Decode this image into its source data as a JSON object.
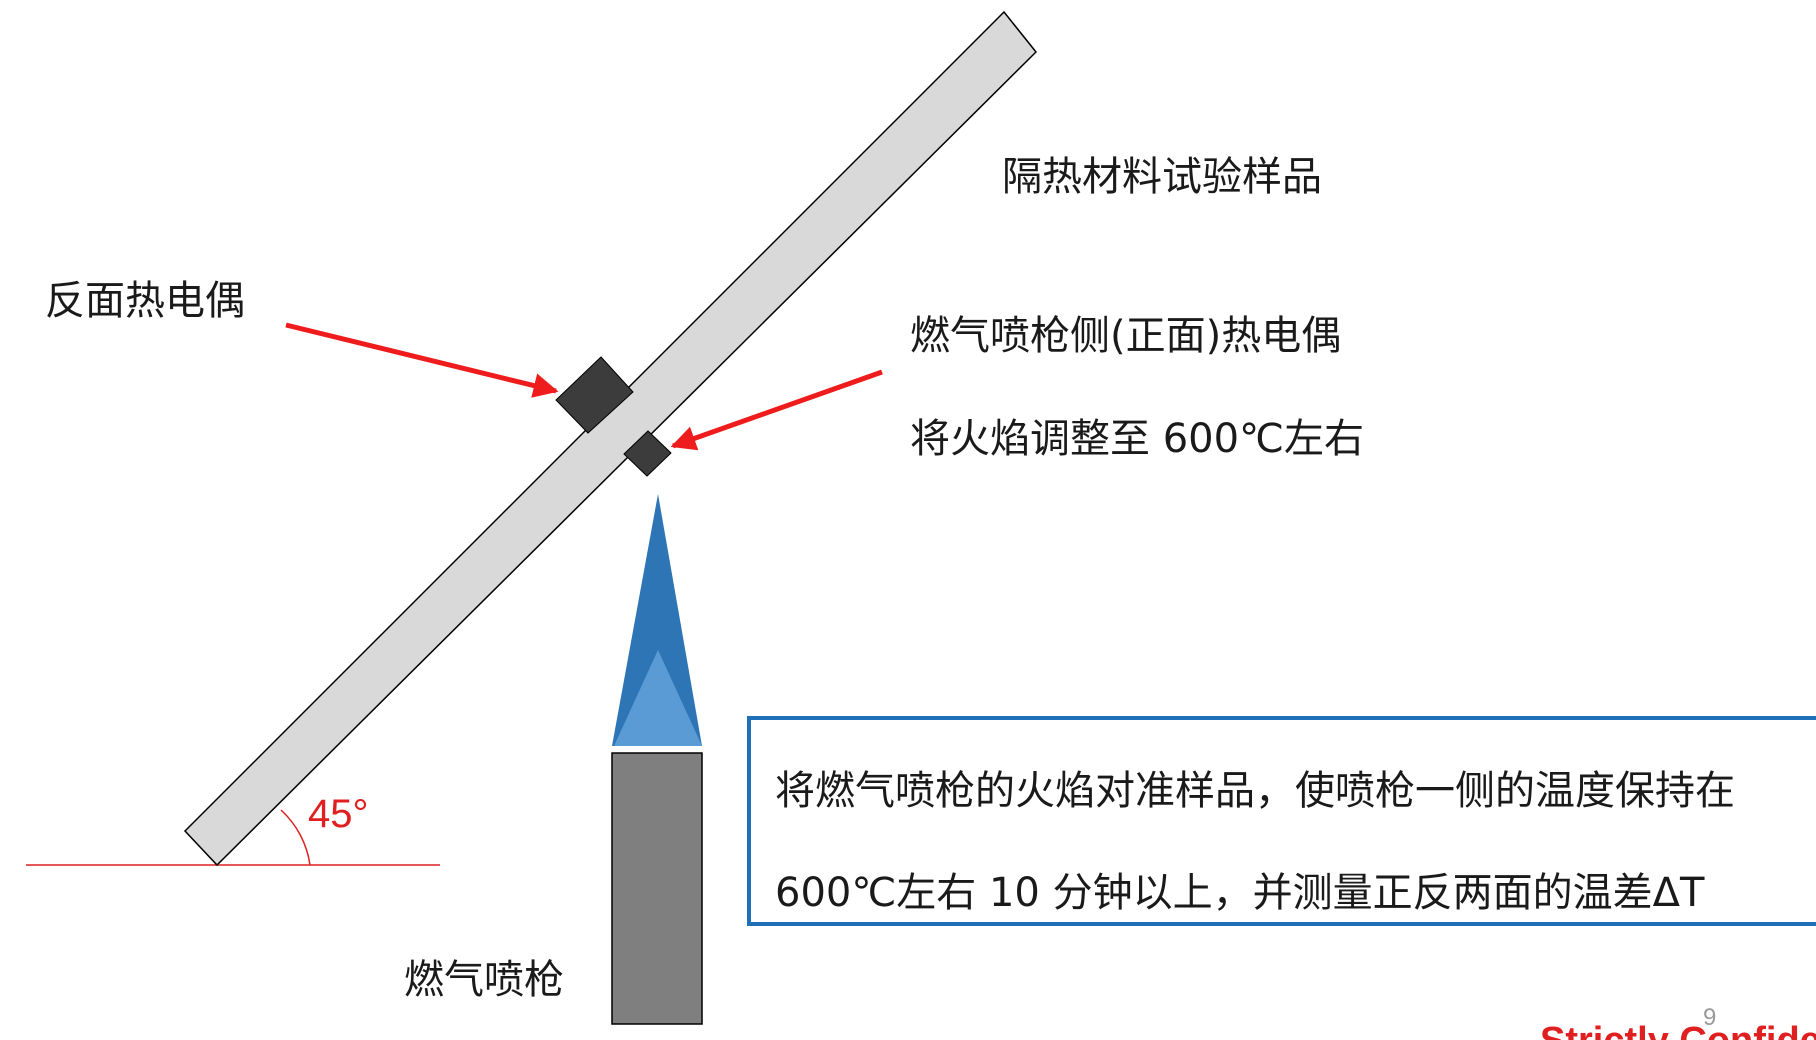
{
  "labels": {
    "sample": "隔热材料试验样品",
    "back_thermocouple": "反面热电偶",
    "front_thermocouple": "燃气喷枪侧(正面)热电偶",
    "flame_adjust": "将火焰调整至 600℃左右",
    "torch": "燃气喷枪",
    "angle": "45°"
  },
  "info_box": {
    "line1": "将燃气喷枪的火焰对准样品，使喷枪一侧的温度保持在",
    "line2": "600℃左右 10 分钟以上，并测量正反两面的温差ΔT"
  },
  "footer": {
    "page_number": "9",
    "confidential": "Strictly Confidential"
  },
  "colors": {
    "arrow": "#ee1c1c",
    "angle": "#e02020",
    "plate_fill": "#d9d9d9",
    "thermocouple": "#3c3c3c",
    "flame_outer": "#2e75b6",
    "flame_inner": "#5b9bd5",
    "torch_body": "#7f7f7f",
    "box_border": "#1f6fb9",
    "confidential": "#e02020"
  }
}
